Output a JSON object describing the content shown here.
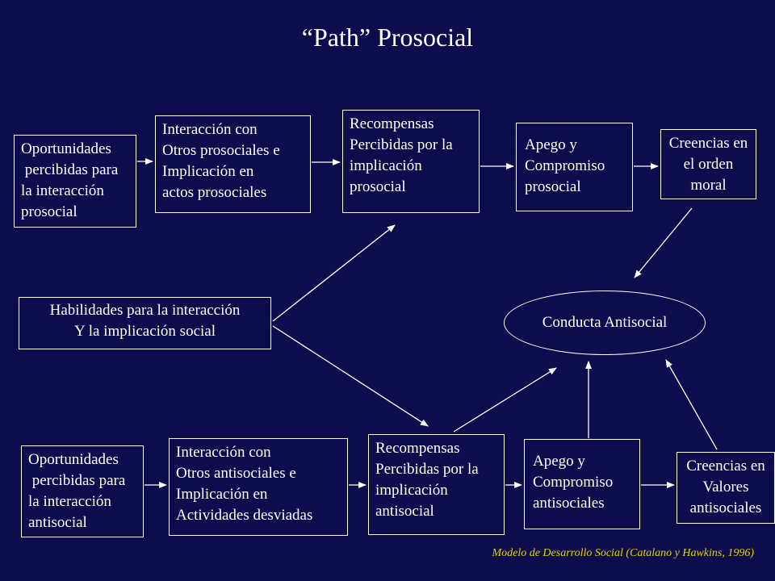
{
  "title": "“Path” Prosocial",
  "prosocial_path": {
    "opportunities": "Oportunidades\n percibidas para\nla interacción\nprosocial",
    "interaction": "Interacción con\nOtros prosociales e\nImplicación en\nactos prosociales",
    "rewards": "Recompensas\nPercibidas por la\nimplicación\nprosocial",
    "bonding": "Apego y\nCompromiso\nprosocial",
    "beliefs": "Creencias en\nel orden\nmoral"
  },
  "skills": "Habilidades para la interacción\nY la implicación social",
  "outcome": "Conducta Antisocial",
  "antisocial_path": {
    "opportunities": "Oportunidades\n percibidas para\nla interacción\nantisocial",
    "interaction": "Interacción con\nOtros antisociales e\nImplicación en\nActividades desviadas",
    "rewards": "Recompensas\nPercibidas por la\nimplicación\nantisocial",
    "bonding": "Apego y\nCompromiso\nantisociales",
    "beliefs": "Creencias en\nValores\nantisociales"
  },
  "citation": "Modelo de Desarrollo Social (Catalano y Hawkins, 1996)",
  "colors": {
    "background": "#0d0d4e",
    "foreground": "#ffffff",
    "citation": "#e6d200"
  }
}
